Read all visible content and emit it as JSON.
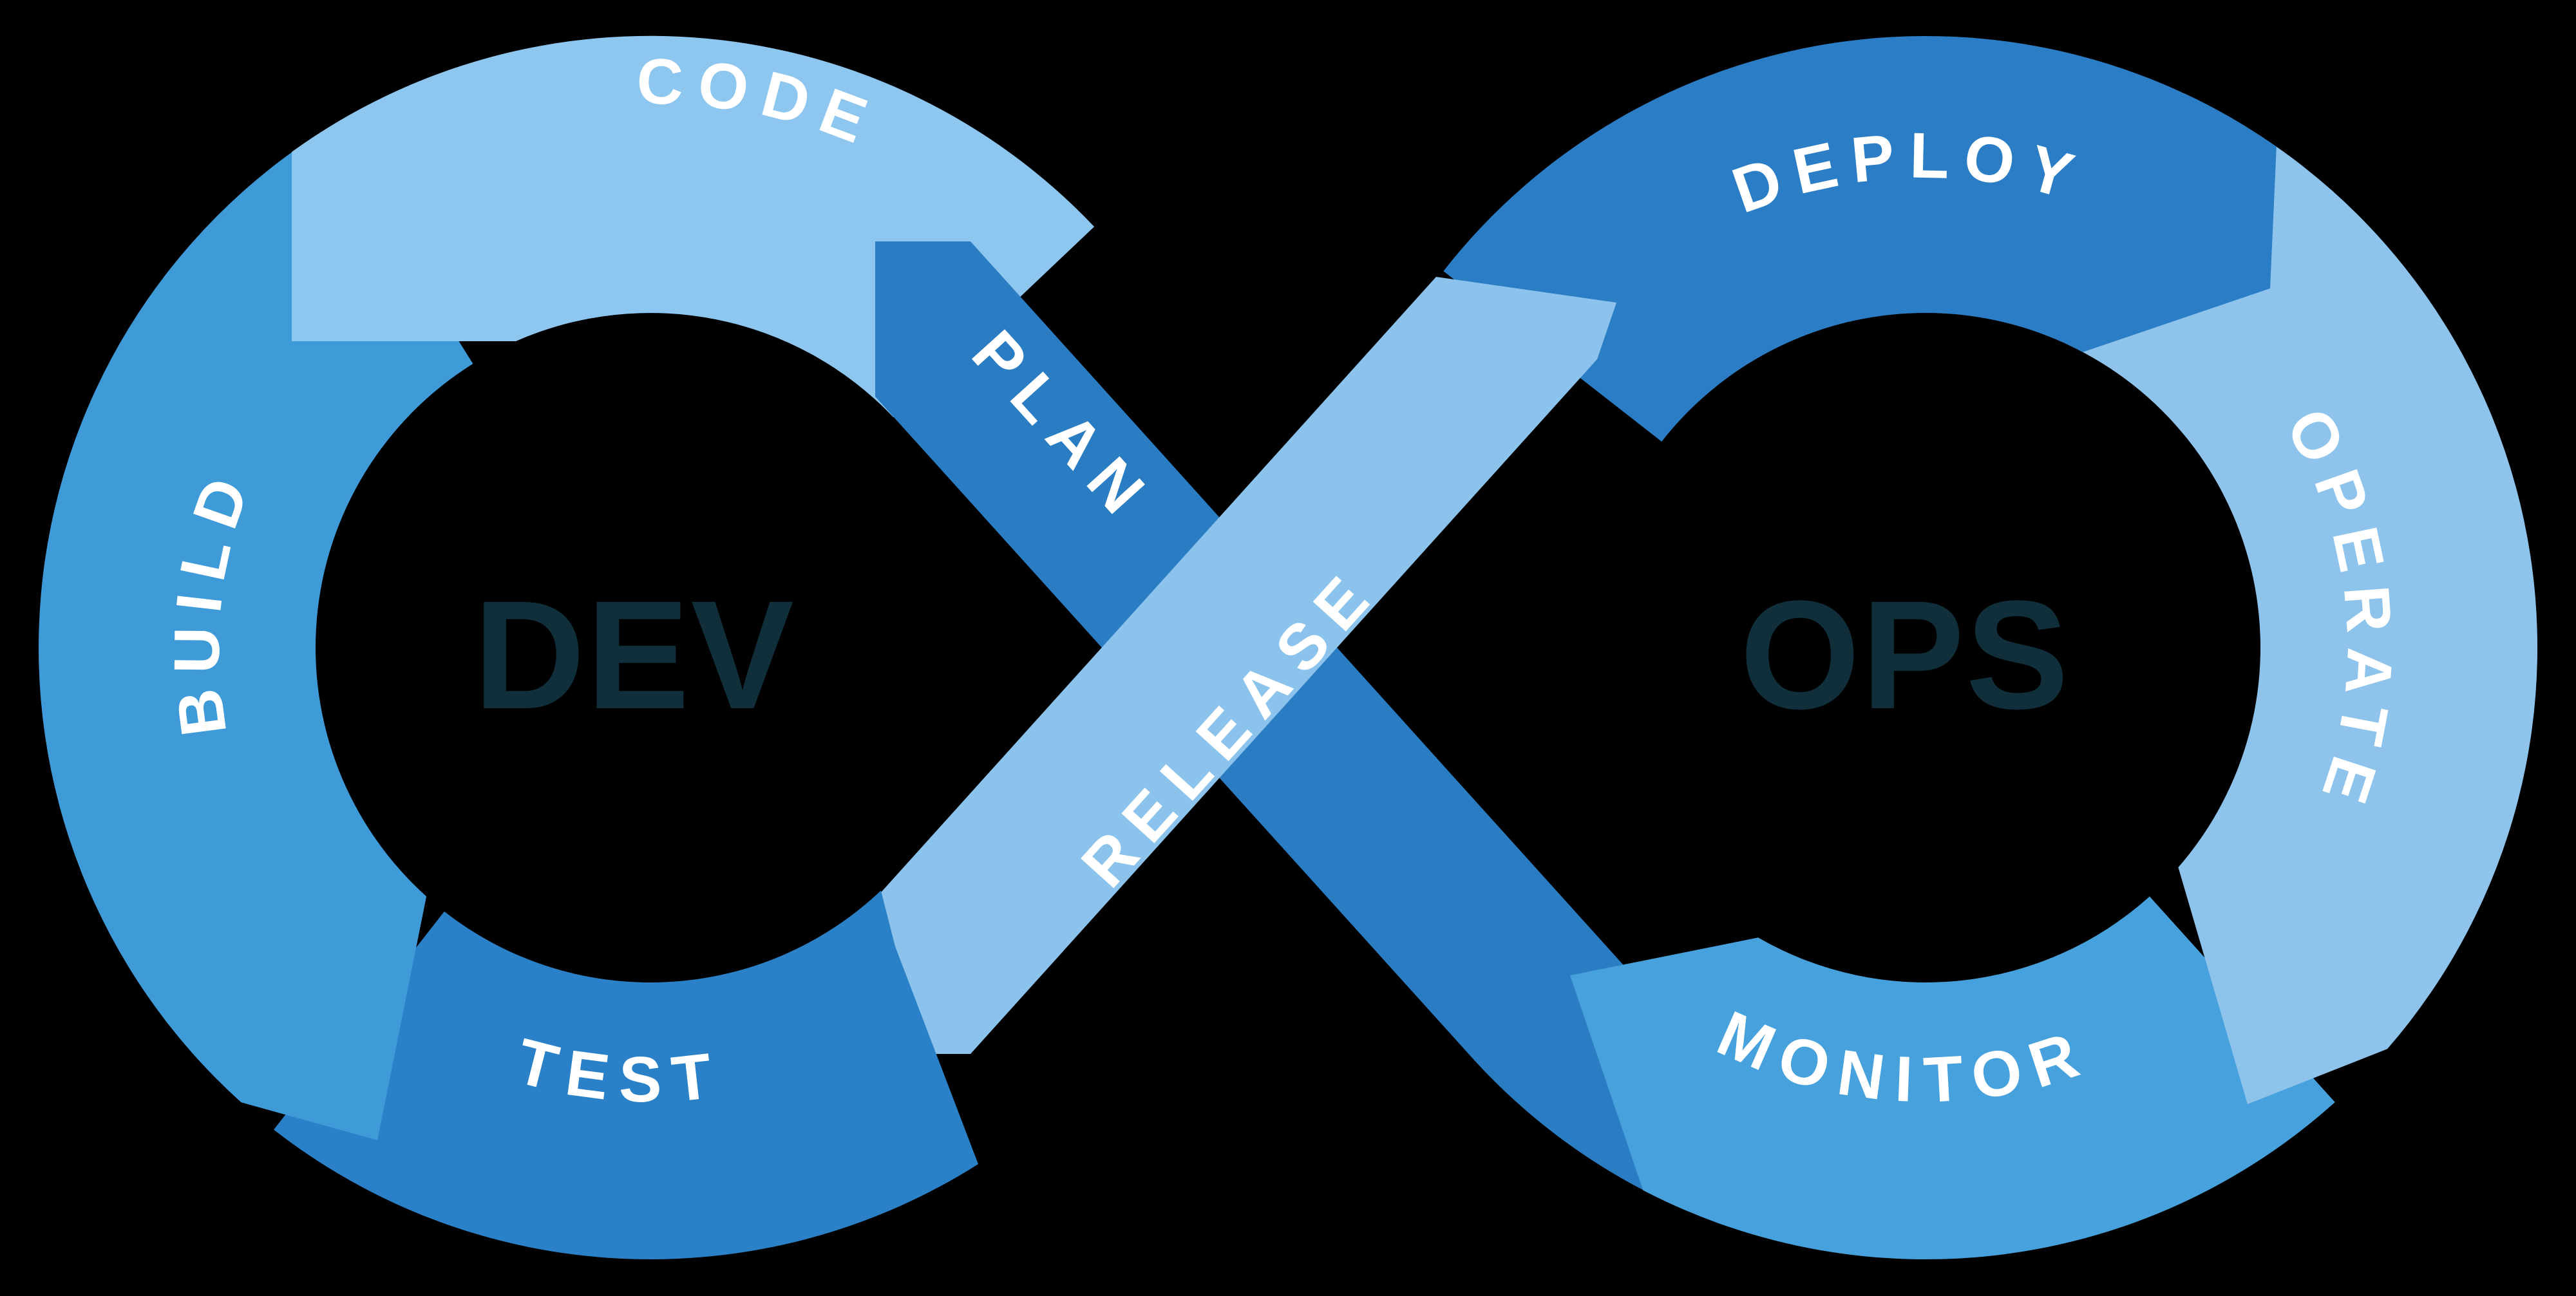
{
  "page": {
    "background": "#000000"
  },
  "center": {
    "left": "DEV",
    "right": "OPS",
    "color": "#102F3A"
  },
  "labels_color": "#FFFFFF",
  "segments": {
    "plan": {
      "label": "PLAN",
      "color": "#2B7DC3"
    },
    "code": {
      "label": "CODE",
      "color": "#8DC6EE"
    },
    "build": {
      "label": "BUILD",
      "color": "#3F9AD8"
    },
    "test": {
      "label": "TEST",
      "color": "#2A81C7"
    },
    "release": {
      "label": "RELEASE",
      "color": "#8CC3EC"
    },
    "deploy": {
      "label": "DEPLOY",
      "color": "#2B7EC5"
    },
    "operate": {
      "label": "OPERATE",
      "color": "#8EC4EC"
    },
    "monitor": {
      "label": "MONITOR",
      "color": "#47A1DC"
    }
  }
}
